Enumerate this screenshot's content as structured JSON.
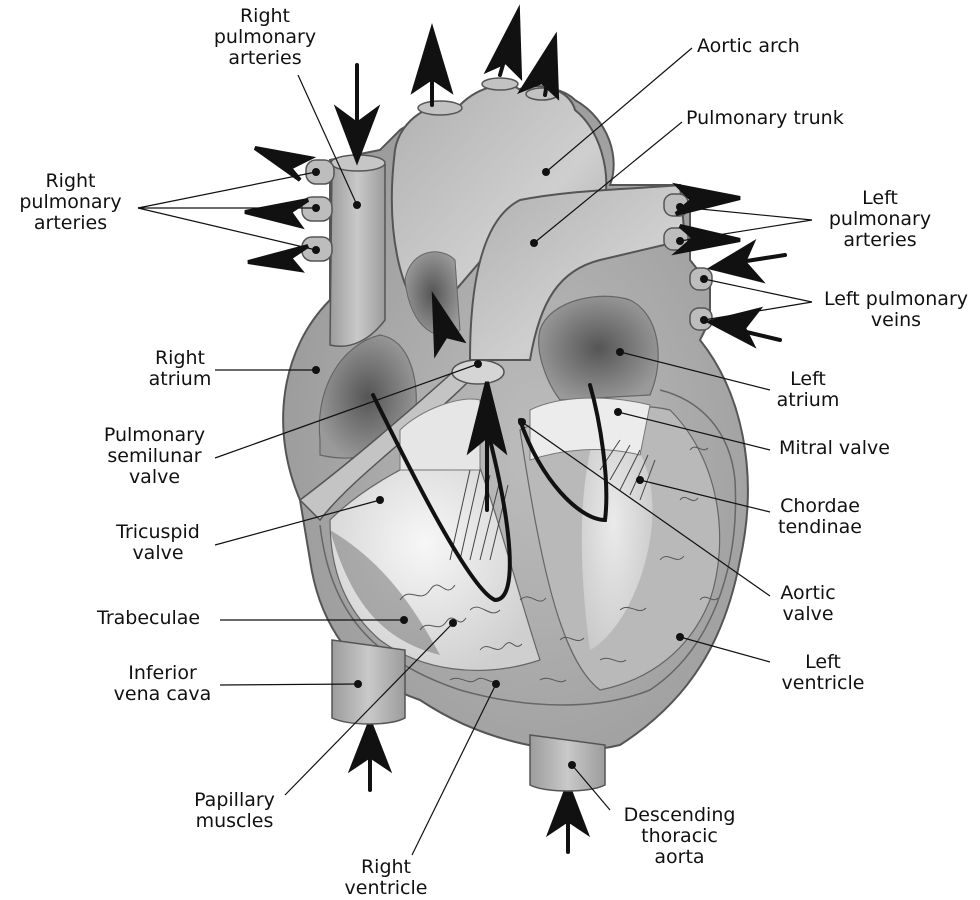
{
  "colors": {
    "body_fill": "#a8a8a8",
    "vessel_fill": "#b7b7b7",
    "dark_shade": "#6c6c6c",
    "light_fill": "#ececec",
    "outline": "#555555",
    "ink": "#111111"
  },
  "labels": {
    "right_pulmonary_arteries_top": [
      "Right",
      "pulmonary",
      "arteries"
    ],
    "right_pulmonary_arteries_left": [
      "Right",
      "pulmonary",
      "arteries"
    ],
    "aortic_arch": [
      "Aortic arch"
    ],
    "pulmonary_trunk": [
      "Pulmonary trunk"
    ],
    "left_pulmonary_arteries": [
      "Left",
      "pulmonary",
      "arteries"
    ],
    "left_pulmonary_veins": [
      "Left pulmonary",
      "veins"
    ],
    "right_atrium": [
      "Right",
      "atrium"
    ],
    "left_atrium": [
      "Left",
      "atrium"
    ],
    "pulmonary_semilunar_valve": [
      "Pulmonary",
      "semilunar",
      "valve"
    ],
    "mitral_valve": [
      "Mitral valve"
    ],
    "tricuspid_valve": [
      "Tricuspid",
      "valve"
    ],
    "chordae_tendinae": [
      "Chordae",
      "tendinae"
    ],
    "aortic_valve": [
      "Aortic",
      "valve"
    ],
    "trabeculae": [
      "Trabeculae"
    ],
    "left_ventricle": [
      "Left",
      "ventricle"
    ],
    "inferior_vena_cava": [
      "Inferior",
      "vena cava"
    ],
    "papillary_muscles": [
      "Papillary",
      "muscles"
    ],
    "descending_thoracic_aorta": [
      "Descending",
      "thoracic",
      "aorta"
    ],
    "right_ventricle": [
      "Right",
      "ventricle"
    ]
  }
}
